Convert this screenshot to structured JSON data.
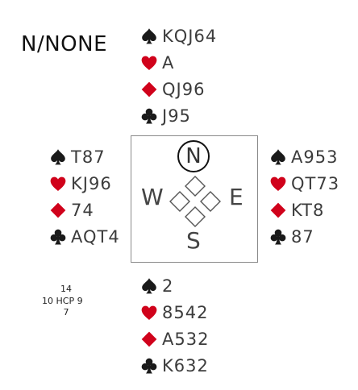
{
  "deal_info": "N/NONE",
  "colors": {
    "black_suit": "#1a1a1a",
    "red_suit": "#d0021b"
  },
  "hands": {
    "north": {
      "spades": "KQJ64",
      "hearts": "A",
      "diamonds": "QJ96",
      "clubs": "J95"
    },
    "west": {
      "spades": "T87",
      "hearts": "KJ96",
      "diamonds": "74",
      "clubs": "AQT4"
    },
    "east": {
      "spades": "A953",
      "hearts": "QT73",
      "diamonds": "KT8",
      "clubs": "87"
    },
    "south": {
      "spades": "2",
      "hearts": "8542",
      "diamonds": "A532",
      "clubs": "K632"
    }
  },
  "compass": {
    "north": "N",
    "west": "W",
    "east": "E",
    "south": "S",
    "dealer": "north"
  },
  "hcp": {
    "north": "14",
    "west": "10",
    "label": "HCP",
    "east": "9",
    "south": "7"
  }
}
